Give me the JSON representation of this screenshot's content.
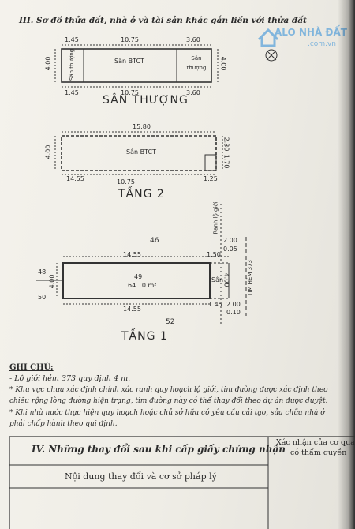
{
  "header": {
    "title": "III. Sơ đồ thửa đất, nhà ở và tài sản khác gắn liền với thửa đất"
  },
  "watermark": {
    "brand": "ALO NHÀ ĐẤT",
    "site": ".com.vn",
    "color": "#2a8bd8"
  },
  "san_thuong": {
    "label": "SÂN THƯỢNG",
    "top_dims": [
      "1.45",
      "10.75",
      "3.60"
    ],
    "bottom_dims": [
      "1.45",
      "10.75",
      "3.60"
    ],
    "left_dim": "4.00",
    "right_dim": "4.00",
    "rooms": [
      "Sân thượng",
      "Sân BTCT",
      "Sân thượng"
    ]
  },
  "tang2": {
    "label": "TẦNG 2",
    "top_dim": "15.80",
    "left_dim": "4.00",
    "right_dims": [
      "2.30",
      "1.70"
    ],
    "room": "Sân BTCT",
    "bottom_dims": [
      "14.55",
      "10.75",
      "1.25"
    ]
  },
  "tang1": {
    "label": "TẦNG 1",
    "parcel_north": "46",
    "parcel_south": "52",
    "parcel_west_top": "48",
    "parcel_west_bottom": "50",
    "parcel_no": "49",
    "area": "64.10 m²",
    "top_dims": [
      "14.55",
      "1.50"
    ],
    "bottom_dims": [
      "14.55",
      "1.45",
      "2.00"
    ],
    "left_dim": "4.00",
    "right_dim": "4.00",
    "room": "Sân",
    "ranh_label": "Ranh lộ giới",
    "ranh_dims": [
      "2.00",
      "0.05",
      "0.10"
    ],
    "hem_label": "TIM HẺM 373"
  },
  "notes": {
    "heading": "GHI CHÚ:",
    "lines": [
      "- Lộ giới hẻm 373 quy định 4 m.",
      "* Khu vực chưa xác định chính xác ranh quy hoạch lộ giới, tim đường được xác định theo",
      "chiều rộng lòng đường hiện trạng, tim đường này có thể thay đổi theo dự án được duyệt.",
      "* Khi nhà nước thực hiện quy hoạch hoặc chủ sở hữu có yêu cầu cải tạo, sửa chữa nhà ở",
      "phải chấp hành theo qui định."
    ]
  },
  "section4": {
    "title": "IV. Những thay đổi sau khi cấp giấy chứng nhận",
    "col1": "Nội dung thay đổi và cơ sở pháp lý",
    "col2_line1": "Xác nhận của cơ quan",
    "col2_line2": "có thẩm quyền"
  }
}
